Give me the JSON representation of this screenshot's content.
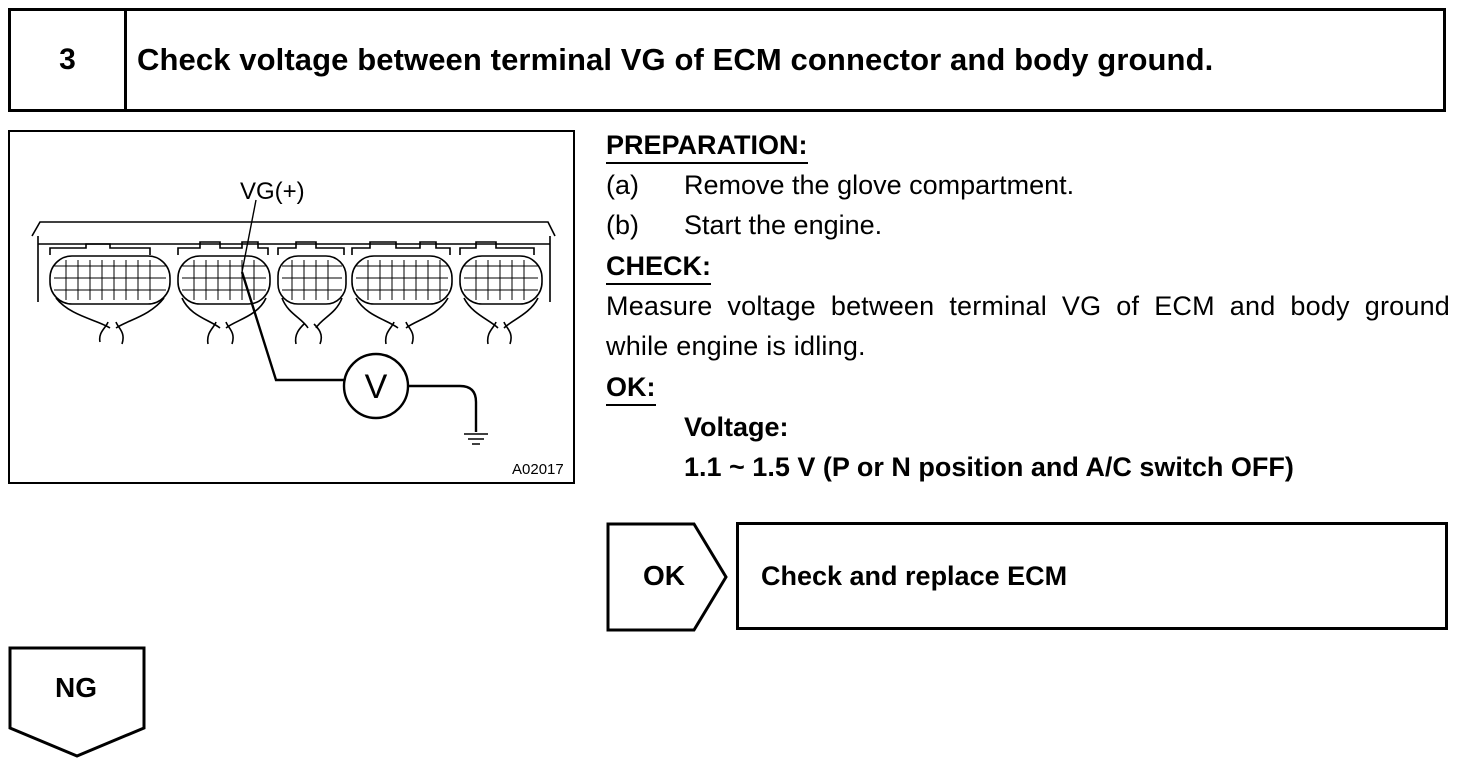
{
  "step": {
    "number": "3",
    "title": "Check voltage between terminal VG of ECM connector and body ground."
  },
  "figure": {
    "terminal_label": "VG(+)",
    "meter_symbol": "V",
    "figure_code": "A02017"
  },
  "preparation": {
    "heading": "PREPARATION:",
    "steps": [
      {
        "label": "(a)",
        "text": "Remove the glove compartment."
      },
      {
        "label": "(b)",
        "text": "Start the engine."
      }
    ]
  },
  "check": {
    "heading": "CHECK:",
    "text": "Measure voltage between terminal VG of ECM and body ground while engine is idling."
  },
  "ok": {
    "heading": "OK:",
    "spec_label": "Voltage:",
    "spec_value": "1.1 ~ 1.5 V (P or N position and A/C switch OFF)"
  },
  "result_ok": {
    "label": "OK",
    "action": "Check and replace ECM"
  },
  "result_ng": {
    "label": "NG"
  }
}
